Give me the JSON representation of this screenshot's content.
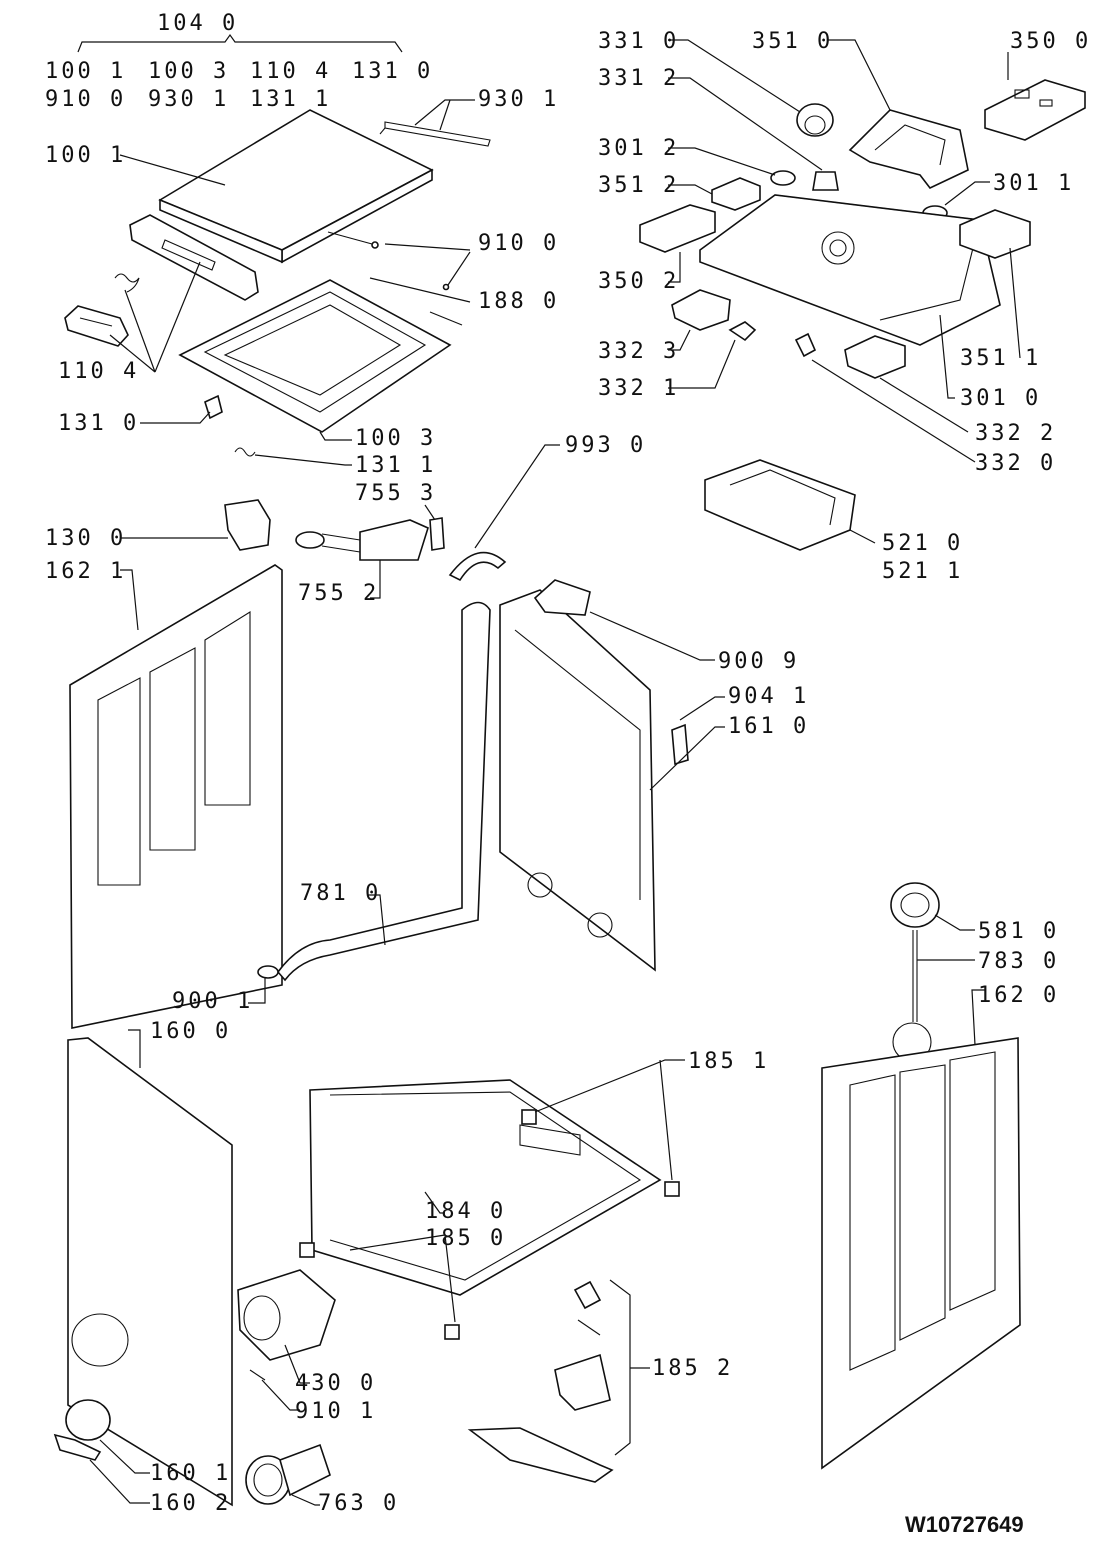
{
  "document_id": "W10727649",
  "labels": {
    "group_top": "104 0",
    "kit_r1c1": "100 1",
    "kit_r1c2": "100 3",
    "kit_r1c3": "110 4",
    "kit_r1c4": "131 0",
    "kit_r2c1": "910 0",
    "kit_r2c2": "930 1",
    "kit_r2c3": "131 1",
    "l_930_1": "930 1",
    "l_100_1": "100 1",
    "l_910_0": "910 0",
    "l_188_0": "188 0",
    "l_110_4": "110 4",
    "l_131_0": "131 0",
    "l_100_3": "100 3",
    "l_131_1": "131 1",
    "l_755_3": "755 3",
    "l_130_0": "130 0",
    "l_162_1": "162 1",
    "l_755_2": "755 2",
    "l_993_0": "993 0",
    "l_331_0": "331 0",
    "l_351_0": "351 0",
    "l_350_0": "350 0",
    "l_331_2": "331 2",
    "l_301_2": "301 2",
    "l_351_2": "351 2",
    "l_301_1": "301 1",
    "l_350_2": "350 2",
    "l_332_3": "332 3",
    "l_332_1": "332 1",
    "l_351_1": "351 1",
    "l_301_0": "301 0",
    "l_332_2": "332 2",
    "l_332_0": "332 0",
    "l_521_0": "521 0",
    "l_521_1": "521 1",
    "l_900_9": "900 9",
    "l_904_1": "904 1",
    "l_161_0": "161 0",
    "l_781_0": "781 0",
    "l_900_1": "900 1",
    "l_160_0": "160 0",
    "l_581_0": "581 0",
    "l_783_0": "783 0",
    "l_162_0": "162 0",
    "l_185_1": "185 1",
    "l_184_0": "184 0",
    "l_185_0": "185 0",
    "l_430_0": "430 0",
    "l_910_1": "910 1",
    "l_185_2": "185 2",
    "l_160_1": "160 1",
    "l_160_2": "160 2",
    "l_763_0": "763 0"
  }
}
